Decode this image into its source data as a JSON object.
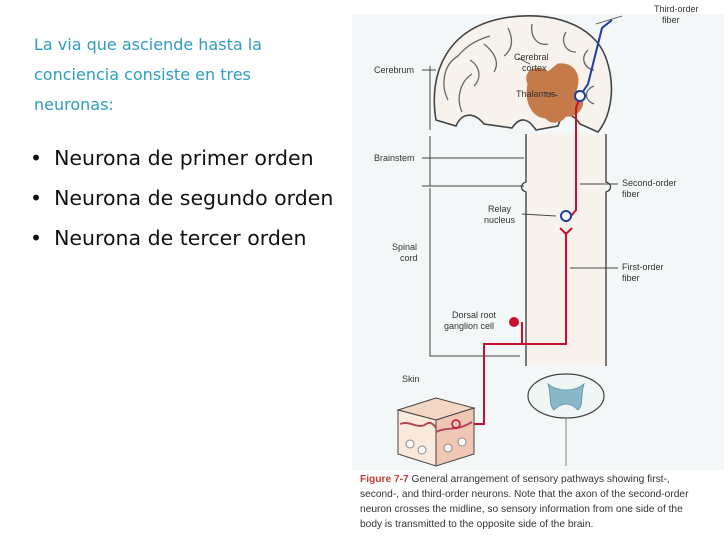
{
  "intro_lines": [
    "La via que asciende hasta la",
    " conciencia consiste en tres",
    "neuronas:"
  ],
  "bullets": [
    "Neurona de primer orden",
    "Neurona de segundo orden",
    "Neurona de tercer orden"
  ],
  "figure": {
    "labels": {
      "third_order_fiber": [
        "Third-order",
        "fiber"
      ],
      "cerebral_cortex": [
        "Cerebral",
        "cortex"
      ],
      "cerebrum": "Cerebrum",
      "thalamus": "Thalamus",
      "brainstem": "Brainstem",
      "second_order_fiber": [
        "Second-order",
        "fiber"
      ],
      "relay_nucleus": [
        "Relay",
        "nucleus"
      ],
      "spinal_cord": [
        "Spinal",
        "cord"
      ],
      "first_order_fiber": [
        "First-order",
        "fiber"
      ],
      "dorsal_root_ganglion": [
        "Dorsal root",
        "ganglion cell"
      ],
      "skin": "Skin"
    },
    "colors": {
      "first_order": "#c8102e",
      "second_order": "#c8102e",
      "third_order": "#1f3d9e",
      "thalamus": "#c57a4a",
      "line": "#444444"
    }
  },
  "caption": {
    "figure_number": "Figure 7-7",
    "lines": [
      "General arrangement of sensory pathways showing first-,",
      "second-, and third-order neurons. Note that the axon of the second-order",
      "neuron crosses the midline, so sensory information from one side of the",
      "body is transmitted to the opposite side of the brain."
    ]
  }
}
